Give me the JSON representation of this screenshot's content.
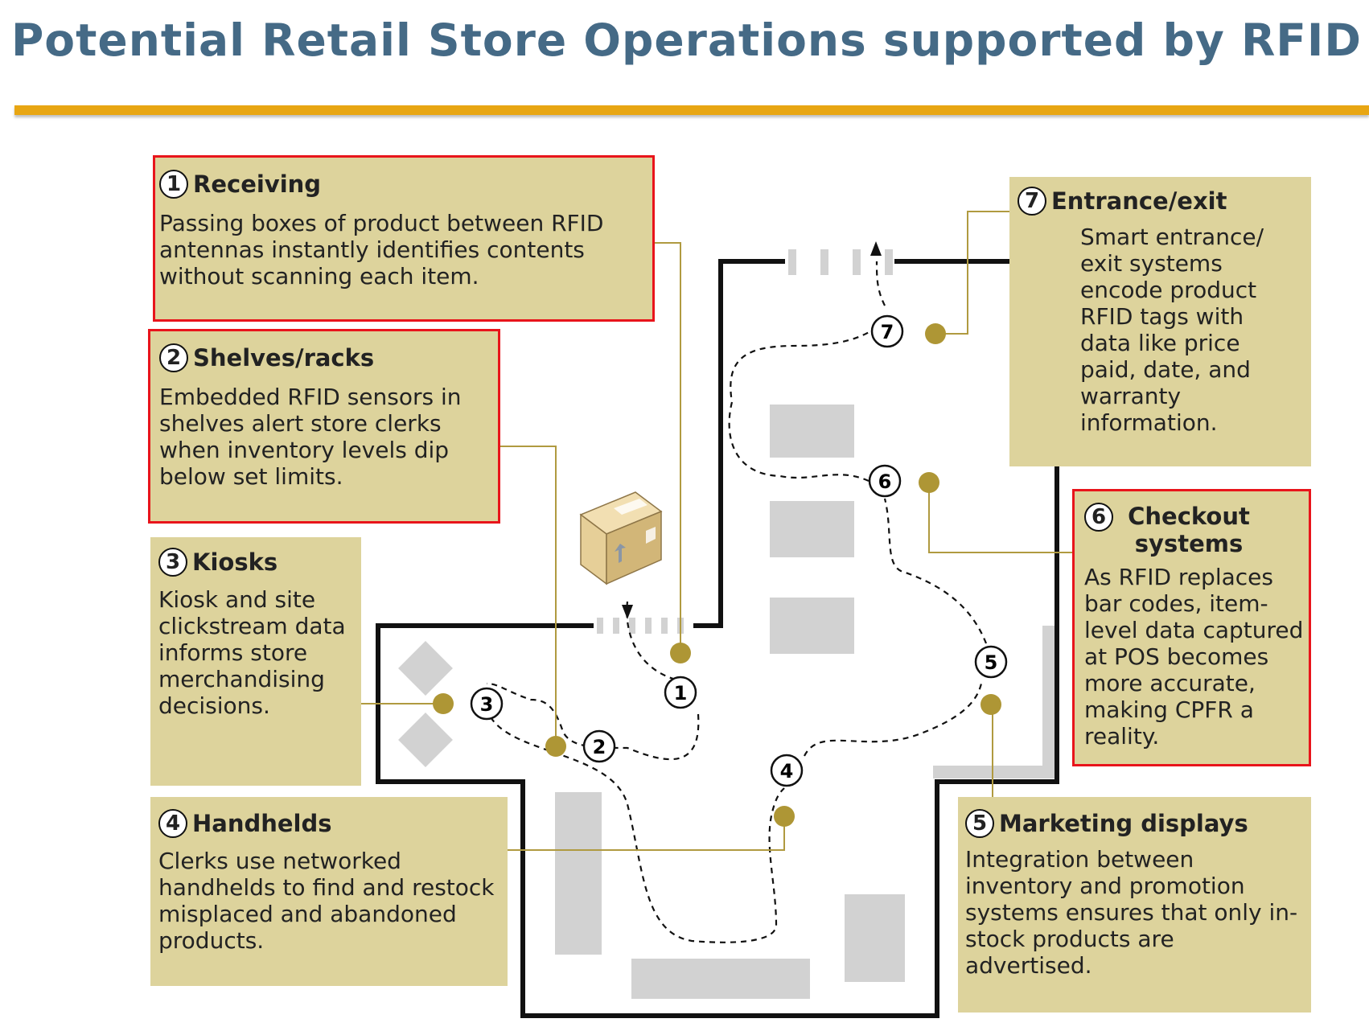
{
  "title": "Potential Retail Store Operations supported by RFID",
  "colors": {
    "title": "#456a86",
    "rule": "#e8a613",
    "box_fill": "#ddd39c",
    "highlight_border": "#e8141b",
    "marker": "#ae9635",
    "leader_line": "#b09a40",
    "fixture": "#d2d2d2",
    "wall": "#111111"
  },
  "steps": [
    {
      "num": "1",
      "heading": "Receiving",
      "body": "Passing boxes of product between RFID antennas instantly identifies contents without scanning each item.",
      "highlighted": true
    },
    {
      "num": "2",
      "heading": "Shelves/racks",
      "body": "Embedded RFID sensors in shelves alert store clerks when inventory levels dip below set limits.",
      "highlighted": true
    },
    {
      "num": "3",
      "heading": "Kiosks",
      "body": "Kiosk and site clickstream data informs store merchandising decisions.",
      "highlighted": false
    },
    {
      "num": "4",
      "heading": "Handhelds",
      "body": "Clerks use networked handhelds to find and restock misplaced and abandoned products.",
      "highlighted": false
    },
    {
      "num": "5",
      "heading": "Marketing displays",
      "body": "Integration between inventory and promotion systems ensures that only in-stock products are advertised.",
      "highlighted": false
    },
    {
      "num": "6",
      "heading": "Checkout systems",
      "body": "As RFID replaces bar codes, item-level data captured at POS becomes more accurate, making CPFR a reality.",
      "highlighted": true
    },
    {
      "num": "7",
      "heading": "Entrance/exit",
      "body": "Smart entrance/ exit systems encode product RFID tags with data like price paid, date, and warranty information.",
      "highlighted": false
    }
  ],
  "icons": [
    "cardboard-box-icon",
    "arrow-icon"
  ]
}
